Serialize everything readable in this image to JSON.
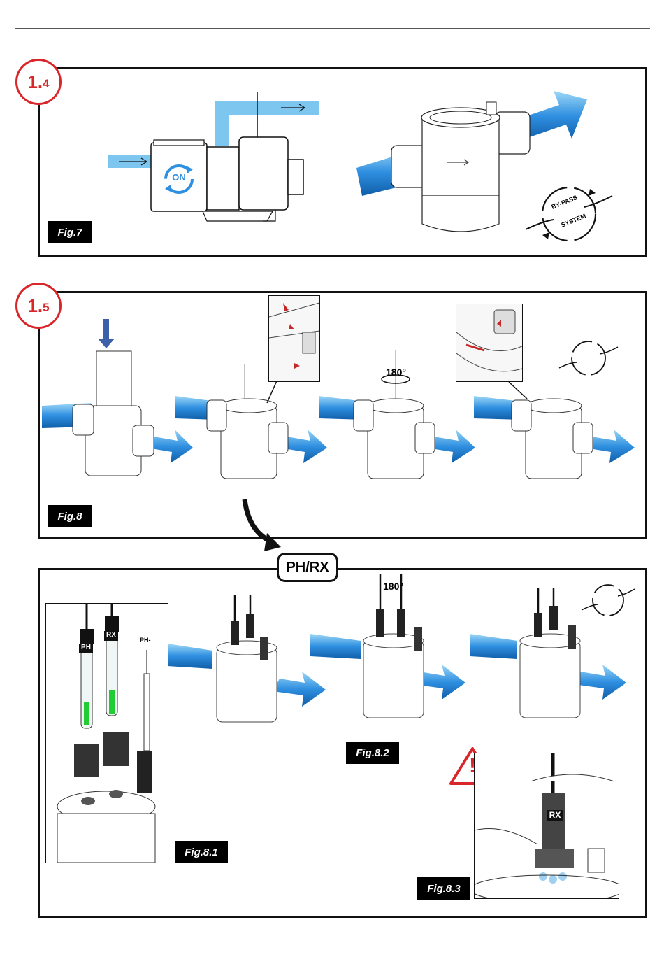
{
  "sections": [
    {
      "step_main": "1.",
      "step_sub": "4",
      "fig_label": "Fig.7"
    },
    {
      "step_main": "1.",
      "step_sub": "5",
      "fig_label": "Fig.8"
    }
  ],
  "pump": {
    "on_label": "ON"
  },
  "bypass": {
    "top": "BY-PASS",
    "bottom": "SYSTEM"
  },
  "rotation_label": "180°",
  "phrx_label": "PH/RX",
  "probes": {
    "ph": "PH",
    "rx": "RX",
    "phminus": "PH-"
  },
  "fig81_label": "Fig.8.1",
  "fig82_label": "Fig.8.2",
  "fig83_label": "Fig.8.3",
  "warning": {
    "symbol": "!"
  },
  "colors": {
    "accent_red": "#d9262b",
    "flow_blue": "#2f8fe0",
    "pipe_light": "#7cc6f0",
    "probe_green": "#22cc33"
  }
}
